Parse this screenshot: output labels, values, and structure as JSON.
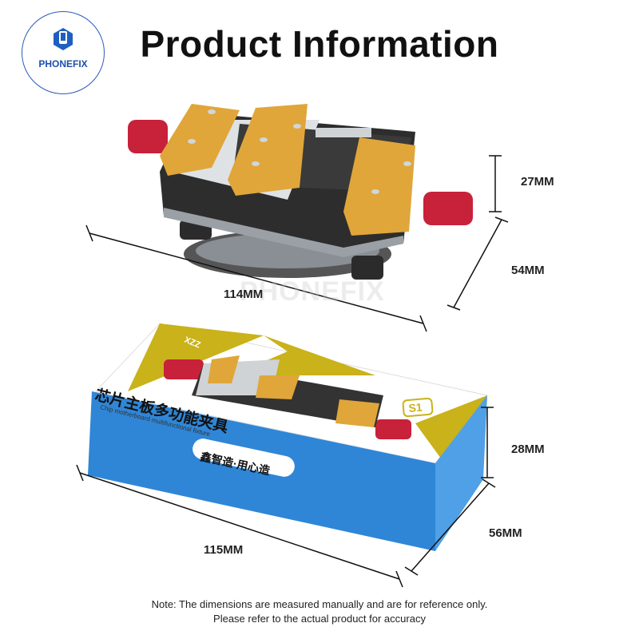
{
  "header": {
    "title": "Product Information"
  },
  "logo": {
    "brand": "PHONEFIX"
  },
  "watermark": "PHONEFIX",
  "fixture": {
    "dimensions": {
      "length": "114MM",
      "width": "54MM",
      "height": "27MM"
    }
  },
  "box": {
    "brand_mark": "XZZ",
    "title_cn": "芯片主板多功能夹具",
    "title_en": "Chip motherboard multifunctional fixture",
    "model": "S1",
    "slogan": "鑫智造·用心造",
    "dimensions": {
      "length": "115MM",
      "width": "56MM",
      "height": "28MM"
    }
  },
  "note": {
    "line1": "Note: The dimensions are measured manually and are for reference only.",
    "line2": "Please refer to the actual product for accuracy"
  },
  "colors": {
    "gold": "#e0a63a",
    "red": "#c8213a",
    "blue": "#2f86d6",
    "yellow": "#c9b21a",
    "dark": "#2a2a2a"
  }
}
